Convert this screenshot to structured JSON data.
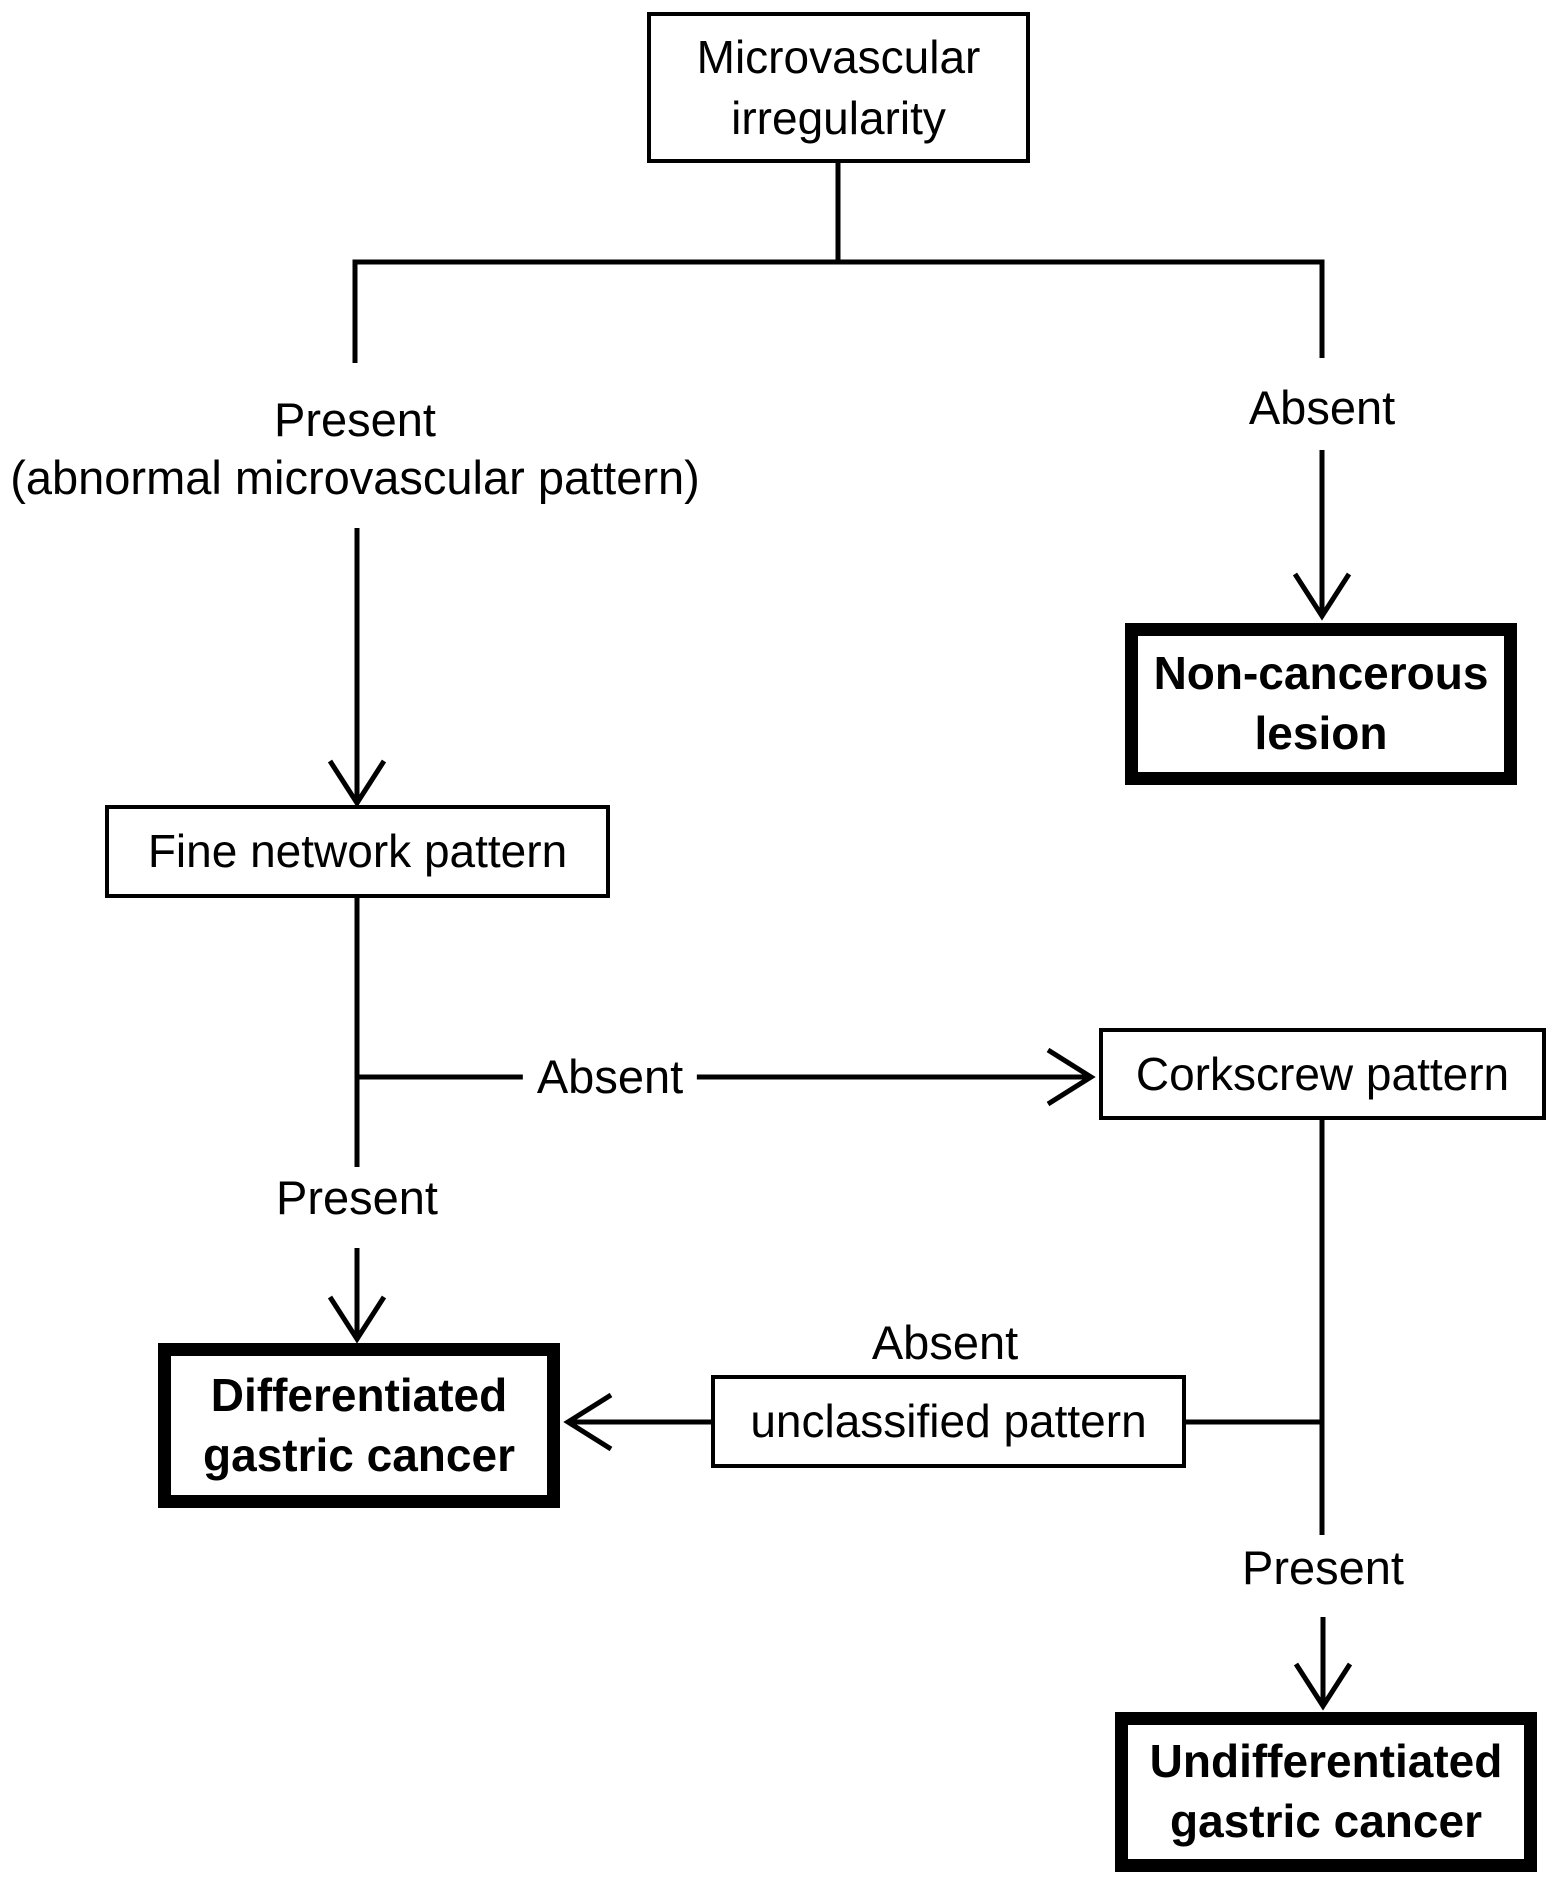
{
  "diagram": {
    "nodes": {
      "root": {
        "lines": [
          "Microvascular",
          "irregularity"
        ]
      },
      "non_cancerous": {
        "lines": [
          "Non-cancerous",
          "lesion"
        ]
      },
      "fine_network": {
        "lines": [
          "Fine network pattern"
        ]
      },
      "corkscrew": {
        "lines": [
          "Corkscrew pattern"
        ]
      },
      "differentiated": {
        "lines": [
          "Differentiated",
          "gastric cancer"
        ]
      },
      "unclassified": {
        "lines": [
          "unclassified pattern"
        ]
      },
      "undifferentiated": {
        "lines": [
          "Undifferentiated",
          "gastric cancer"
        ]
      }
    },
    "edge_labels": {
      "present_left": "Present",
      "present_left_sub": "(abnormal microvascular pattern)",
      "absent_right": "Absent",
      "absent_mid": "Absent",
      "present_mid": "Present",
      "absent_unclassified": "Absent",
      "present_bottom": "Present"
    },
    "colors": {
      "line": "#000000",
      "text": "#000000",
      "background": "#ffffff"
    }
  }
}
